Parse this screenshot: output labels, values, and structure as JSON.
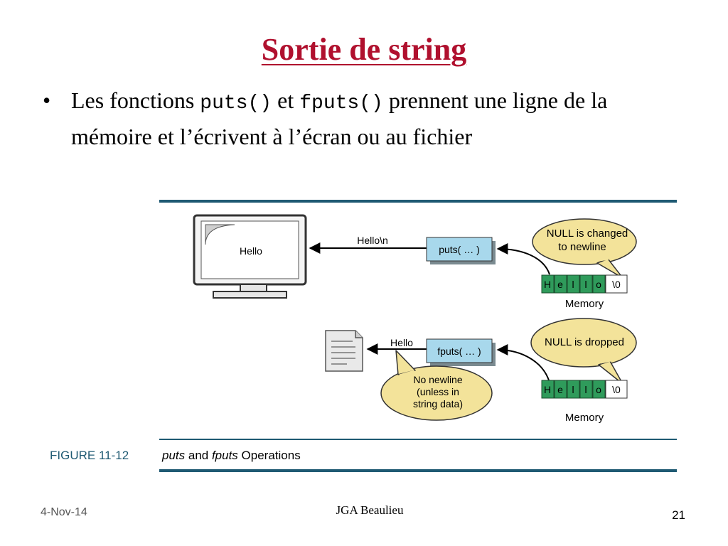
{
  "slide": {
    "title": "Sortie de string",
    "bullet": {
      "marker": "•",
      "part1": "Les fonctions ",
      "code1": "puts()",
      "part2": " et ",
      "code2": "fputs()",
      "part3": " prennent une ligne de la mémoire et l’écrivent à l’écran ou au fichier"
    }
  },
  "figure": {
    "monitor_text": "Hello",
    "arrow_top_label": "Hello\\n",
    "puts_box": "puts( … )",
    "bubble_top": [
      "NULL is changed",
      "to newline"
    ],
    "memory_cells": [
      "H",
      "e",
      "l",
      "l",
      "o",
      "\\0"
    ],
    "memory_label": "Memory",
    "arrow_bottom_label": "Hello",
    "fputs_box": "fputs( … )",
    "bubble_bottom_right": "NULL is  dropped",
    "bubble_bottom_left": [
      "No newline",
      "(unless in",
      "string data)"
    ],
    "memory_label_2": "Memory",
    "caption_label": "FIGURE 11-12",
    "caption_italic_1": "puts",
    "caption_mid": " and ",
    "caption_italic_2": "fputs",
    "caption_rest": " Operations",
    "colors": {
      "rule": "#1f5a73",
      "box_fill": "#a8d8ec",
      "bubble_fill": "#f3e39a",
      "cell_fill": "#2f9b5b",
      "caption_blue": "#1f5a73"
    }
  },
  "footer": {
    "date": "4-Nov-14",
    "author": "JGA Beaulieu",
    "page": "21"
  }
}
